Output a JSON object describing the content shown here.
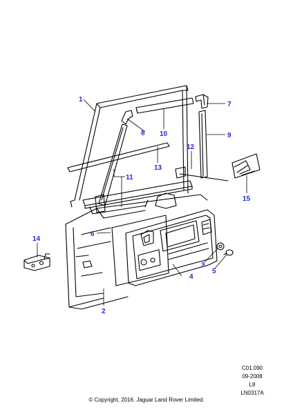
{
  "colors": {
    "callout": "#1f2ad6",
    "callout_dark": "#000000",
    "line": "#000000",
    "shade": "#bdbdbd"
  },
  "callouts": {
    "c1": "1",
    "c2": "2",
    "c3": "3",
    "c4": "4",
    "c5": "5",
    "c6": "6",
    "c7": "7",
    "c8": "8",
    "c9": "9",
    "c10": "10",
    "c11": "11",
    "c12": "12",
    "c13": "13",
    "c14": "14",
    "c15": "15"
  },
  "meta": {
    "code": "C01.090",
    "date": "09-2008",
    "variant": "L8",
    "ref": "LN0317A"
  },
  "copyright": "© Copyright, 2016. Jaguar Land Rover Limited."
}
